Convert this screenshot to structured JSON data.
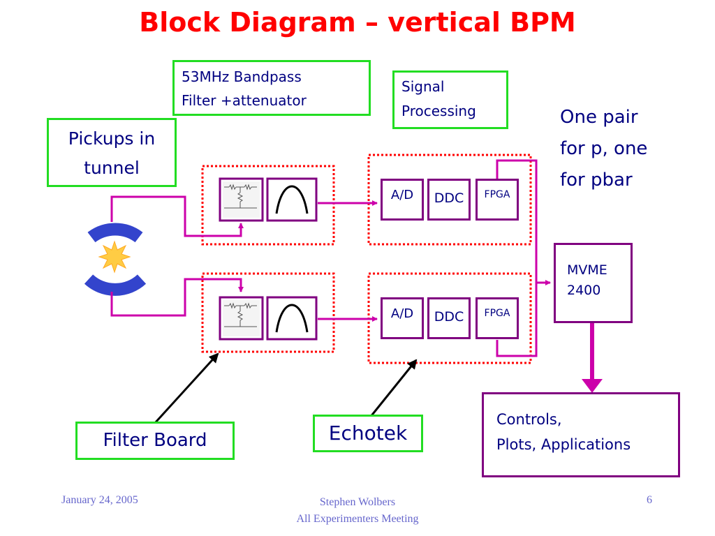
{
  "title": "Block Diagram – vertical BPM",
  "labels": {
    "bandpass": [
      "53MHz Bandpass",
      "Filter +attenuator"
    ],
    "signal_processing": [
      "Signal",
      "Processing"
    ],
    "pickups": [
      "Pickups in",
      "tunnel"
    ],
    "one_pair": [
      "One pair",
      "for p, one",
      "for pbar"
    ],
    "mvme": [
      "MVME",
      "2400"
    ],
    "controls": [
      "Controls,",
      "Plots, Applications"
    ],
    "filter_board": "Filter Board",
    "echotek": "Echotek"
  },
  "channels": [
    {
      "ad": "A/D",
      "ddc": "DDC",
      "fpga": "FPGA"
    },
    {
      "ad": "A/D",
      "ddc": "DDC",
      "fpga": "FPGA"
    }
  ],
  "footer": {
    "date": "January 24, 2005",
    "author": "Stephen Wolbers",
    "meeting": "All Experimenters Meeting",
    "page": "6"
  },
  "colors": {
    "title": "#ff0000",
    "text": "#000080",
    "green_border": "#22dd22",
    "purple_border": "#800080",
    "signal_line": "#cc00aa",
    "dotted_border": "#ff0000",
    "star": "#ffcc44",
    "arc": "#3344cc"
  },
  "icons": [
    "attenuator-schematic-icon",
    "bandpass-curve-icon",
    "beam-star-icon",
    "pickup-electrode-icon"
  ]
}
